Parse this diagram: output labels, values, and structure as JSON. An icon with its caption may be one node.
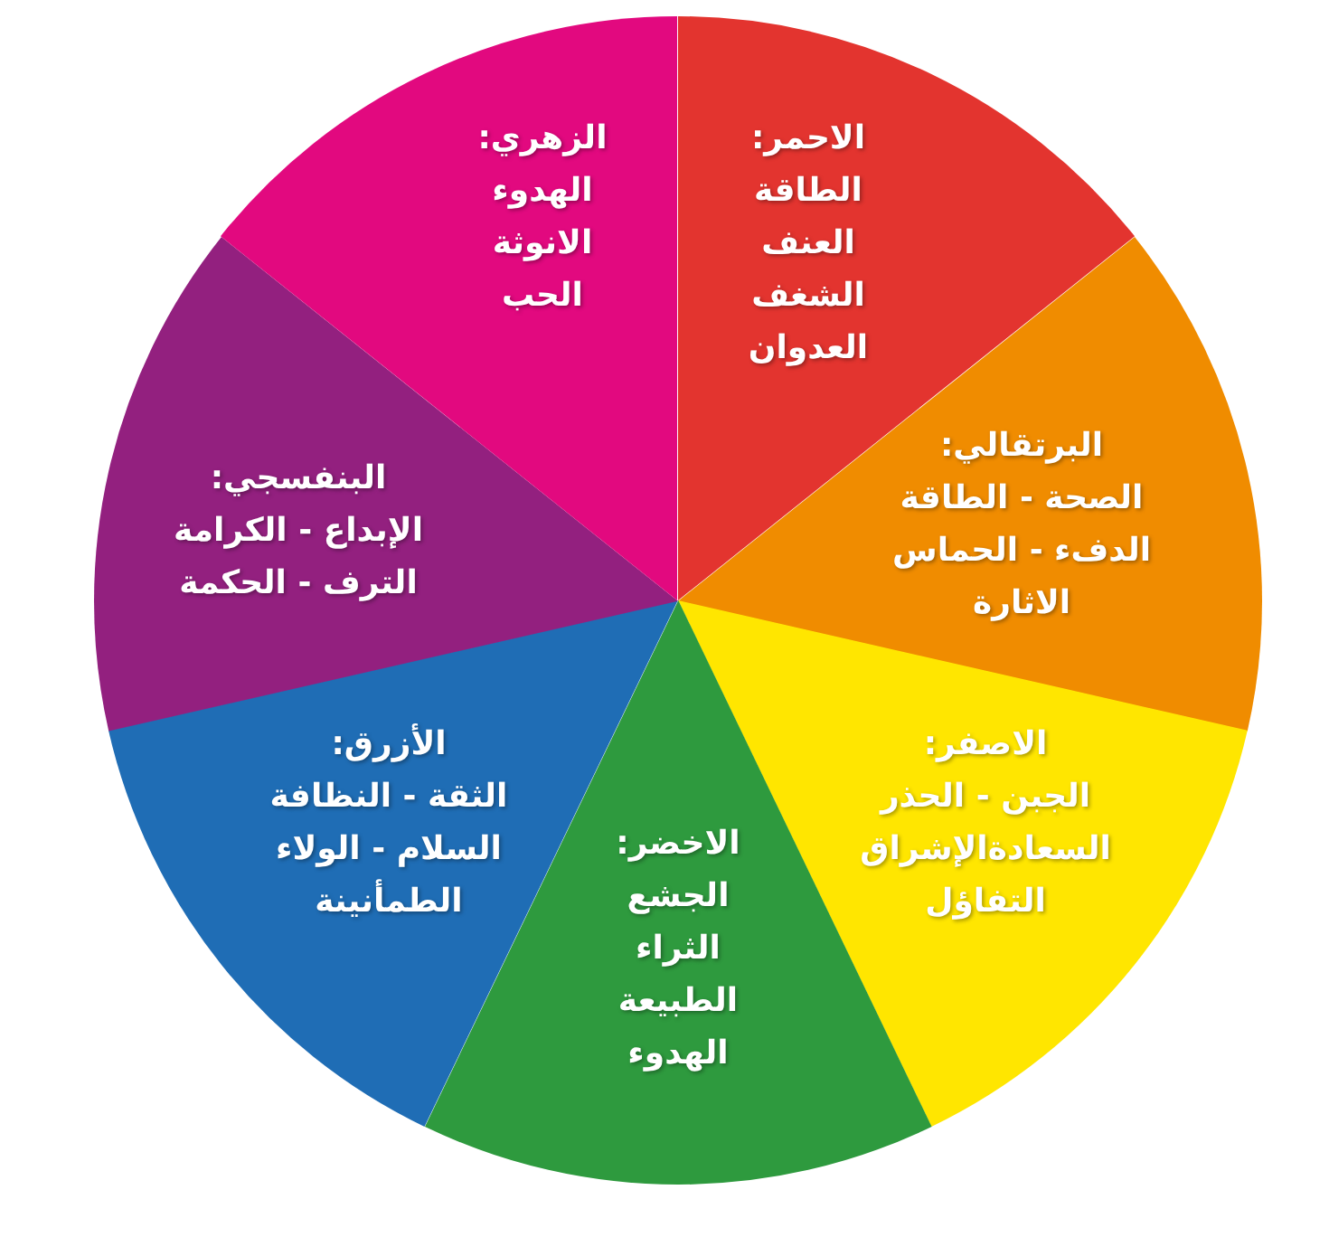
{
  "diagram": {
    "nodes": [
      {
        "text": [
          "الاحمر:",
          "الطاقة العنف الشغف العدوان"
        ]
      },
      {
        "text": [
          "البرتقالي:",
          "الصحة - الطاقة الدفء - الحماس الاثارة"
        ]
      },
      {
        "text": [
          "الاصفر:",
          "الجبن - الحذر السعادةالإشراق التفاؤل"
        ]
      },
      {
        "text": [
          "الاخضر:",
          "الجشع الثراء الطبيعة الهدوء"
        ]
      },
      {
        "text": [
          "الأزرق:",
          "الثقة - النظافة السلام - الولاء الطمأنينة"
        ]
      },
      {
        "text": [
          "البنفسجي:",
          "الإبداع - الكرامة الترف - الحكمة"
        ]
      },
      {
        "text": [
          "الزهري:",
          "الهدوء الانوثة الحب"
        ]
      }
    ]
  }
}
